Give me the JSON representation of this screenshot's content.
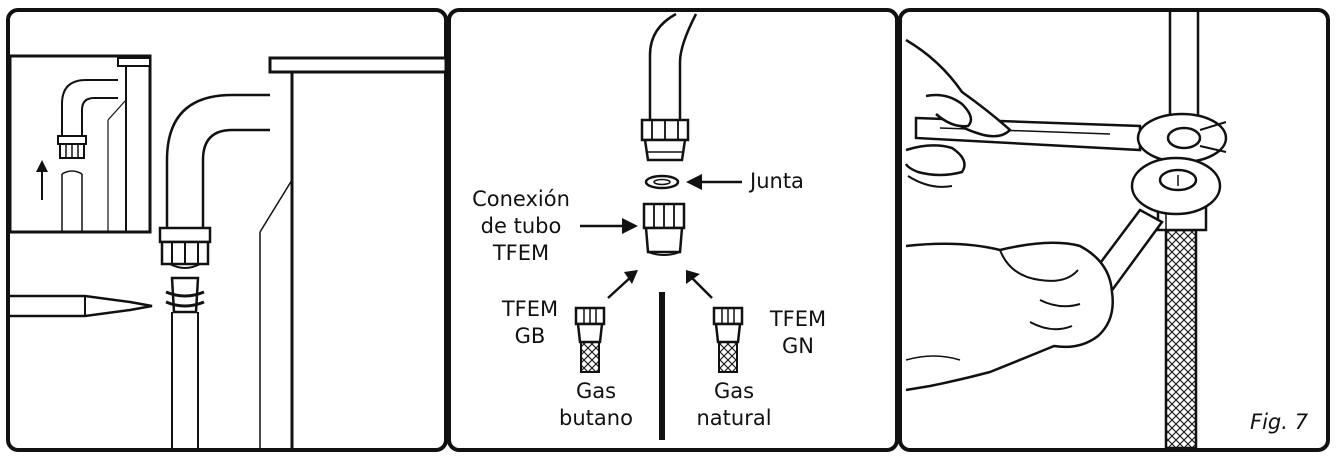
{
  "labels": {
    "junta": "Junta",
    "conexion": [
      "Conexión",
      "de tubo",
      "TFEM"
    ],
    "tfem_gb": [
      "TFEM",
      "GB"
    ],
    "tfem_gn": [
      "TFEM",
      "GN"
    ],
    "gas_butano": [
      "Gas",
      "butano"
    ],
    "gas_natural": [
      "Gas",
      "natural"
    ]
  },
  "figure_label": "Fig. 7"
}
